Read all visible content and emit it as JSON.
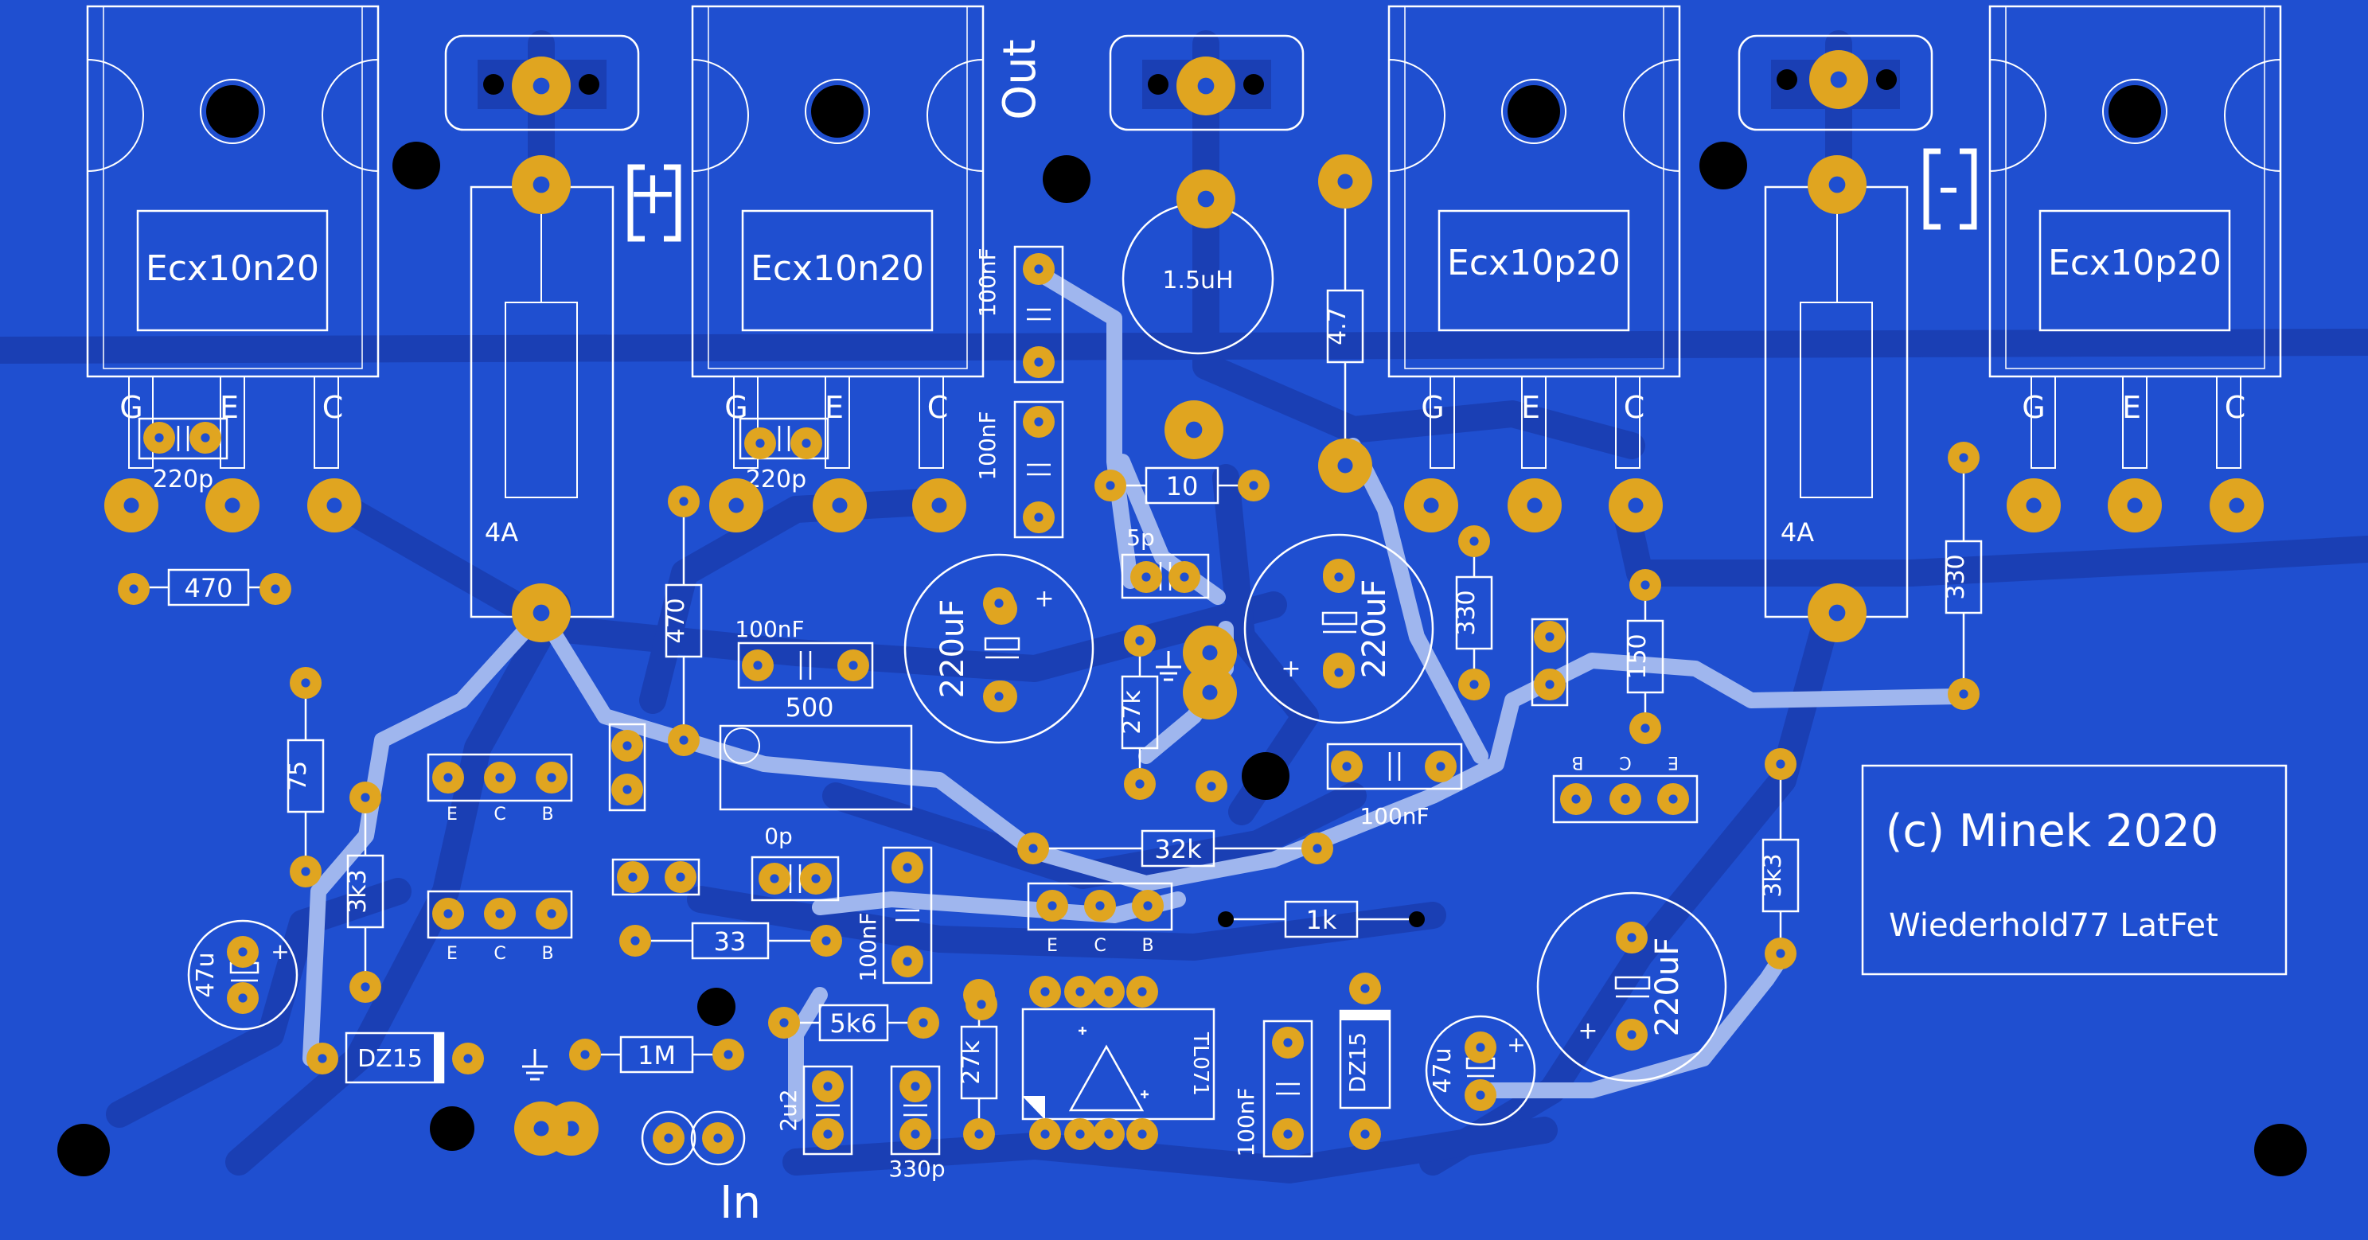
{
  "board": {
    "copper_color": "#1f4fd0",
    "trace_color": "#1a3fb4",
    "signal_trace_color": "#9fb6ee",
    "pad_color": "#e0a520",
    "silk_color": "#ffffff"
  },
  "transistors": [
    {
      "label": "Ecx10n20",
      "pins": [
        "G",
        "E",
        "C"
      ]
    },
    {
      "label": "Ecx10n20",
      "pins": [
        "G",
        "E",
        "C"
      ]
    },
    {
      "label": "Ecx10p20",
      "pins": [
        "G",
        "E",
        "C"
      ]
    },
    {
      "label": "Ecx10p20",
      "pins": [
        "G",
        "E",
        "C"
      ]
    }
  ],
  "fuses": [
    {
      "rating": "4A",
      "polarity": "+"
    },
    {
      "rating": "4A",
      "polarity": "-"
    }
  ],
  "connectors": {
    "output": "Out",
    "input": "In"
  },
  "inductor": "1.5uH",
  "resistors": [
    {
      "ref": "r470a",
      "value": "470"
    },
    {
      "ref": "r470b",
      "value": "470"
    },
    {
      "ref": "r47",
      "value": "4.7"
    },
    {
      "ref": "r10",
      "value": "10"
    },
    {
      "ref": "r330a",
      "value": "330"
    },
    {
      "ref": "r330b",
      "value": "330"
    },
    {
      "ref": "r150",
      "value": "150"
    },
    {
      "ref": "r75",
      "value": "75"
    },
    {
      "ref": "r3k3a",
      "value": "3k3"
    },
    {
      "ref": "r3k3b",
      "value": "3k3"
    },
    {
      "ref": "r27ka",
      "value": "27k"
    },
    {
      "ref": "r27kb",
      "value": "27k"
    },
    {
      "ref": "r32k",
      "value": "32k"
    },
    {
      "ref": "r33",
      "value": "33"
    },
    {
      "ref": "r1k",
      "value": "1k"
    },
    {
      "ref": "r5k6",
      "value": "5k6"
    },
    {
      "ref": "r1m",
      "value": "1M"
    }
  ],
  "capacitors": [
    {
      "ref": "c220pa",
      "value": "220p"
    },
    {
      "ref": "c220pb",
      "value": "220p"
    },
    {
      "ref": "c100na",
      "value": "100nF"
    },
    {
      "ref": "c100nb",
      "value": "100nF"
    },
    {
      "ref": "c100nc",
      "value": "100nF"
    },
    {
      "ref": "c100nd",
      "value": "100nF"
    },
    {
      "ref": "c100ne",
      "value": "100nF"
    },
    {
      "ref": "c100nf",
      "value": "100nF"
    },
    {
      "ref": "c5p",
      "value": "5p"
    },
    {
      "ref": "c0p",
      "value": "0p"
    },
    {
      "ref": "c2u2",
      "value": "2u2"
    },
    {
      "ref": "c330p",
      "value": "330p"
    },
    {
      "ref": "ce220a",
      "value": "220uF"
    },
    {
      "ref": "ce220b",
      "value": "220uF"
    },
    {
      "ref": "ce220c",
      "value": "220uF"
    },
    {
      "ref": "ce47a",
      "value": "47u"
    },
    {
      "ref": "ce47b",
      "value": "47u"
    }
  ],
  "trimmer": "500",
  "zeners": [
    "DZ15",
    "DZ15"
  ],
  "small_transistor_pins": [
    "E",
    "C",
    "B"
  ],
  "small_transistor_pins_rev": [
    "B",
    "C",
    "E"
  ],
  "opamp": "TL071",
  "copyright": "(c) Minek 2020",
  "project": "Wiederhold77 LatFet"
}
